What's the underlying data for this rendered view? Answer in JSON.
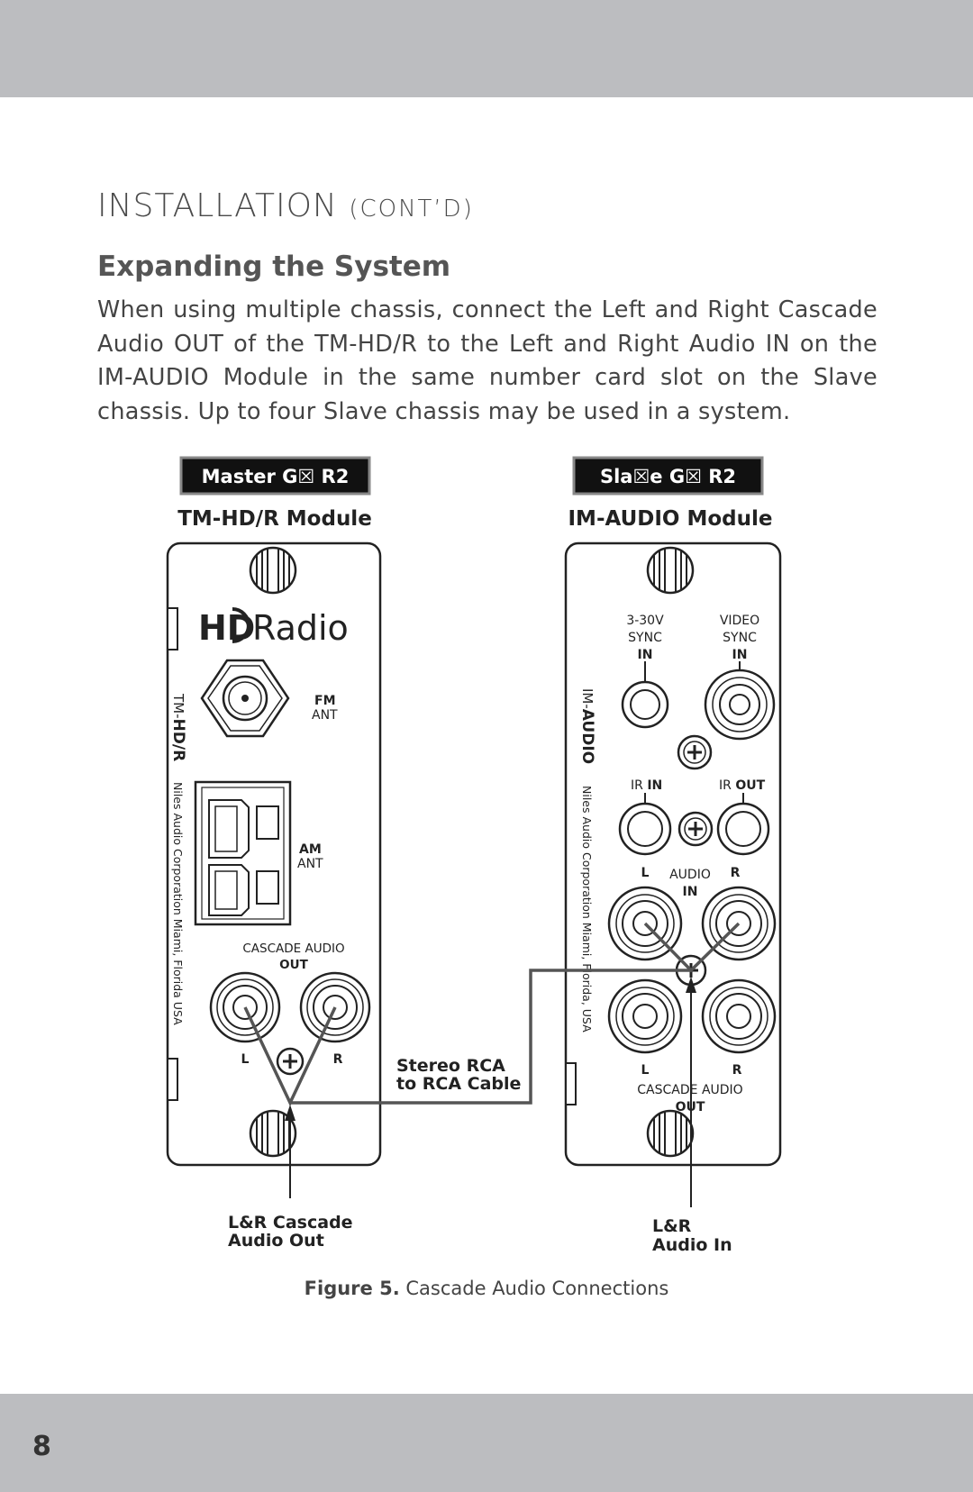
{
  "page": {
    "section_title": "INSTALLATION",
    "section_sub": "(CONT’D)",
    "heading": "Expanding the System",
    "paragraph": "When using multiple chassis, connect the Left and Right Cascade Audio OUT of the TM-HD/R to the Left and Right Audio IN on the IM-AUDIO Module in the same number card slot on the Slave chassis. Up to four Slave chassis may be used in a system.",
    "page_number": "8",
    "figure_label": "Figure 5.",
    "figure_caption": "Cascade Audio Connections"
  },
  "diagram": {
    "master_badge": "Master G☒ R2",
    "slave_badge": "Sla☒e G☒ R2",
    "master_module": "TM-HD/R Module",
    "slave_module": "IM-AUDIO Module",
    "master": {
      "logo_hd": "HD",
      "logo_radio": "Radio",
      "side_model_a": "TM-",
      "side_model_b": "HD/R",
      "side_maker": "Niles Audio Corporation  Miami, Florida USA",
      "fm_bold": "FM",
      "fm_sub": "ANT",
      "am_bold": "AM",
      "am_sub": "ANT",
      "cascade_label": "CASCADE AUDIO",
      "cascade_out": "OUT",
      "left": "L",
      "right": "R"
    },
    "slave": {
      "side_model_a": "IM-",
      "side_model_b": "AUDIO",
      "side_maker": "Niles Audio Corporation  Miami, Florida, USA",
      "sync1_a": "3-30V",
      "sync1_b": "SYNC",
      "sync1_c": "IN",
      "sync2_a": "VIDEO",
      "sync2_b": "SYNC",
      "sync2_c": "IN",
      "ir_in_a": "IR",
      "ir_in_b": "IN",
      "ir_out_a": "IR",
      "ir_out_b": "OUT",
      "audio_l": "L",
      "audio_label": "AUDIO",
      "audio_in": "IN",
      "audio_r": "R",
      "casc_l": "L",
      "casc_r": "R",
      "casc_label": "CASCADE AUDIO",
      "casc_out": "OUT"
    },
    "cable_label_1": "Stereo RCA",
    "cable_label_2": "to RCA Cable",
    "callout_left_1": "L&R Cascade",
    "callout_left_2": "Audio Out",
    "callout_right_1": "L&R",
    "callout_right_2": "Audio In"
  }
}
